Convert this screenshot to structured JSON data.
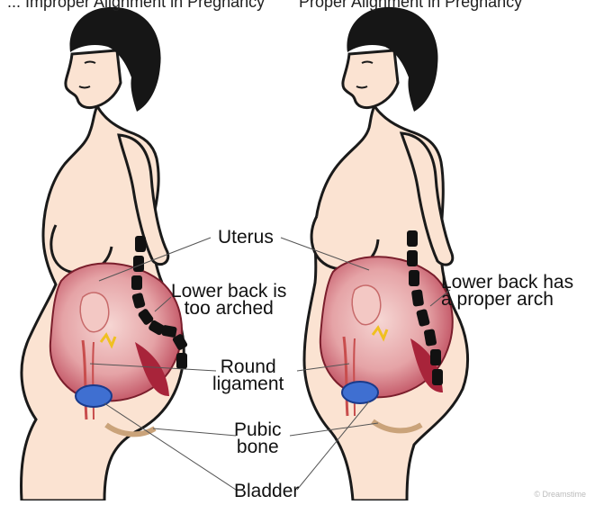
{
  "captions": {
    "left": "... Improper Alignment in Pregnancy",
    "right": "Proper Alignment in Pregnancy"
  },
  "labels": {
    "uterus": "Uterus",
    "lower_back_arched": [
      "Lower back is",
      "too arched"
    ],
    "lower_back_proper": [
      "Lower back has",
      "a proper arch"
    ],
    "round_ligament": [
      "Round",
      "ligament"
    ],
    "pubic_bone": [
      "Pubic",
      "bone"
    ],
    "bladder": "Bladder"
  },
  "watermark": "© Dreamstime",
  "colors": {
    "skin": "#fbe3d2",
    "hair": "#161616",
    "outline": "#1a1a1a",
    "uterus": "#b5374c",
    "uterus_light": "#f3c8c4",
    "spine": "#111111",
    "bladder": "#3f6fd1",
    "muscle": "#a8243a"
  }
}
